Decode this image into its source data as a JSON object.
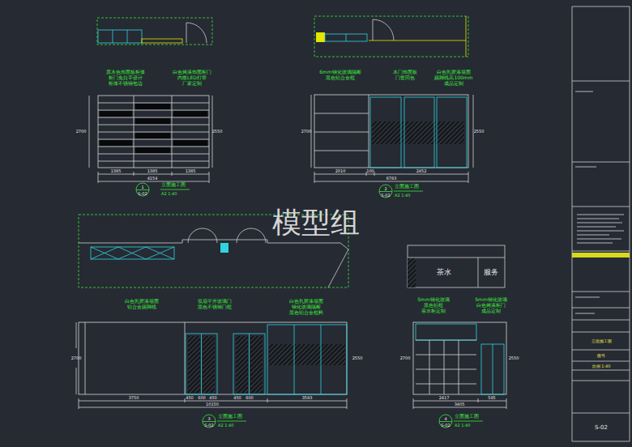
{
  "diagram": {
    "labels": [
      "原木色饰面板柜体",
      "柜门免拉手设计",
      "柜体不锈钢包边",
      "白色烤漆饰面柜门",
      "内嵌LED灯带",
      "厂家定制",
      "1385",
      "1385",
      "1385",
      "4154",
      "2700",
      "2550",
      "1",
      "S-02",
      "立面施工图",
      "A2 1:40",
      "6mm钢化玻璃隔断",
      "黑色铝合金框",
      "木门饰面板",
      "门套同色",
      "白色乳胶漆墙面",
      "踢脚线高100mm",
      "成品定制",
      "2010",
      "100",
      "2452",
      "6783",
      "2700",
      "2550",
      "2",
      "S-02",
      "立面施工图",
      "A2 1:40",
      "白色乳胶漆墙面",
      "铝合金踢脚线",
      "双扇平开玻璃门",
      "黑色不锈钢门框",
      "白色乳胶漆墙面",
      "钢化玻璃隔断",
      "黑色铝合金框料",
      "3750",
      "450",
      "600",
      "450",
      "450",
      "600",
      "3593",
      "10150",
      "2700",
      "2550",
      "3",
      "S-02",
      "立面施工图",
      "A2 1:40",
      "茶水",
      "服务",
      "5mm钢化玻璃",
      "黑色铝框",
      "茶水柜定制",
      "5mm钢化玻璃",
      "白色烤漆柜门",
      "成品定制",
      "2417",
      "595",
      "3405",
      "2700",
      "2550",
      "4",
      "S-02",
      "立面施工图",
      "A2 1:40",
      "立面施工图",
      "图号",
      "比例 1:40",
      "S-02",
      "模型组"
    ]
  }
}
